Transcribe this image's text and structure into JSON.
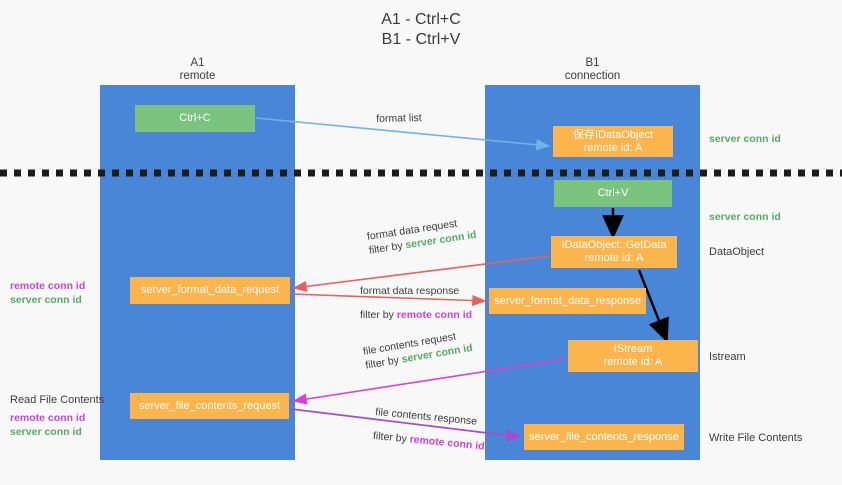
{
  "title": {
    "line1": "A1 - Ctrl+C",
    "line2": "B1 - Ctrl+V"
  },
  "lanes": [
    {
      "id": "a1",
      "name": "A1",
      "sub": "remote"
    },
    {
      "id": "b1",
      "name": "B1",
      "sub": "connection"
    }
  ],
  "nodes": {
    "ctrl_c": {
      "line1": "Ctrl+C",
      "line2": ""
    },
    "save_idataobject": {
      "line1": "保存IDataObject",
      "line2": "remote id: A"
    },
    "ctrl_v": {
      "line1": "Ctrl+V",
      "line2": ""
    },
    "getdata": {
      "line1": "IDataObject::GetData",
      "line2": "remote id: A"
    },
    "format_data_request": {
      "line1": "server_format_data_request",
      "line2": ""
    },
    "format_data_response": {
      "line1": "server_format_data_response",
      "line2": ""
    },
    "istream": {
      "line1": "IStream",
      "line2": "remote id: A"
    },
    "file_contents_request": {
      "line1": "server_file_contents_request",
      "line2": ""
    },
    "file_contents_response": {
      "line1": "server_file_contents_response",
      "line2": ""
    }
  },
  "annotations": {
    "format_list": "format list",
    "format_data_request": "format data request",
    "format_data_request_filter_prefix": "filter by ",
    "format_data_request_filter_value": "server conn id",
    "format_data_response": "format data response",
    "format_data_response_filter_prefix": "filter by ",
    "format_data_response_filter_value": "remote conn id",
    "file_contents_request": "file contents request",
    "file_contents_request_filter_prefix": "filter by ",
    "file_contents_request_filter_value": "server conn id",
    "file_contents_response": "file contents response",
    "file_contents_response_filter_prefix": "filter by ",
    "file_contents_response_filter_value": "remote conn id"
  },
  "right_labels": {
    "server_conn_id_top": "server conn id",
    "server_conn_id_mid": "server conn id",
    "dataobject": "DataObject",
    "istream": "Istream",
    "write_file_contents": "Write File Contents"
  },
  "left_labels": {
    "remote_conn_id_1": "remote conn id",
    "server_conn_id_1": "server conn id",
    "read_file_contents": "Read File Contents",
    "remote_conn_id_2": "remote conn id",
    "server_conn_id_2": "server conn id"
  },
  "colors": {
    "lane": "#4a86d8",
    "green_node": "#7ac47f",
    "orange_node": "#fcb44d",
    "arrow_blue": "#6fb3e8",
    "arrow_red": "#e2635f",
    "arrow_magenta": "#e040d0",
    "arrow_purple": "#a64bd0",
    "arrow_black": "#000000",
    "green_text": "#5aa868",
    "purple_text": "#c446d6",
    "background": "#f8f8f8"
  }
}
